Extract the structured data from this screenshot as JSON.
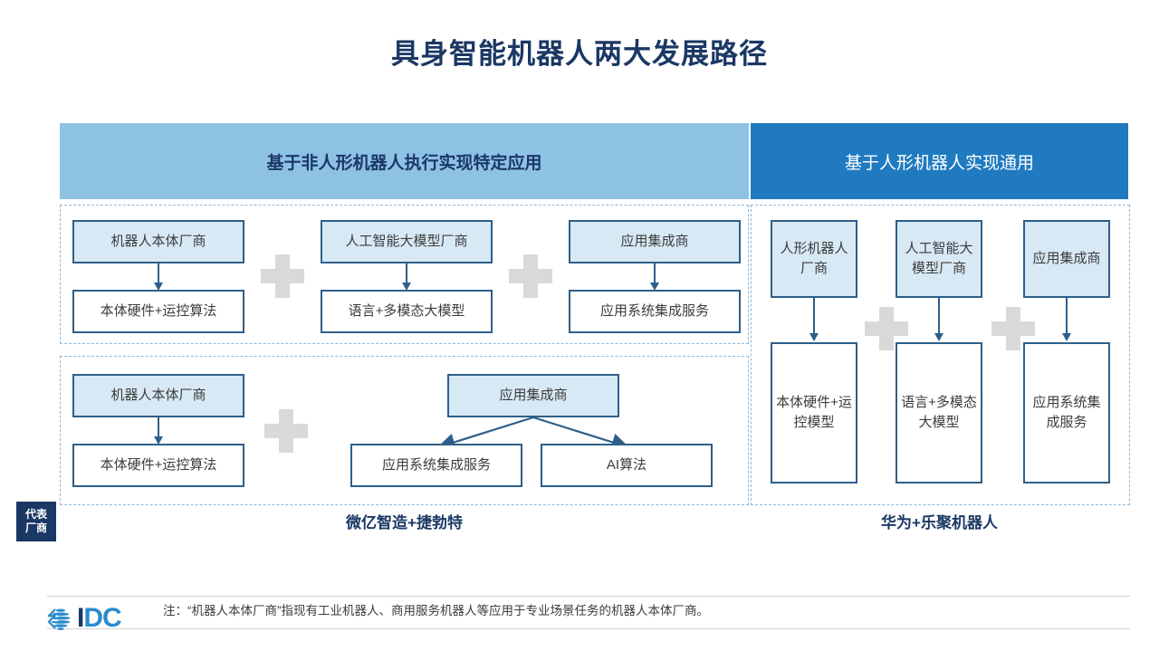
{
  "title": "具身智能机器人两大发展路径",
  "headers": {
    "left": "基于非人形机器人执行实现特定应用",
    "right": "基于人形机器人实现通用"
  },
  "colors": {
    "title": "#1b3864",
    "header_left_bg": "#8dc2e4",
    "header_right_bg": "#1f7ac0",
    "box_border": "#2e5f8a",
    "box_fill": "#d7e9f5",
    "plus": "#d9d9d9",
    "badge_bg": "#1b3864",
    "frame_dash": "#8fb8d8"
  },
  "left_panel": {
    "row1": {
      "groups": [
        {
          "top": "机器人本体厂商",
          "bottom": "本体硬件+运控算法"
        },
        {
          "top": "人工智能大模型厂商",
          "bottom": "语言+多模态大模型"
        },
        {
          "top": "应用集成商",
          "bottom": "应用系统集成服务"
        }
      ],
      "separators": [
        "+",
        "+"
      ]
    },
    "row2": {
      "groups": [
        {
          "top": "机器人本体厂商",
          "bottom": "本体硬件+运控算法"
        }
      ],
      "separators": [
        "+"
      ],
      "branch": {
        "parent": "应用集成商",
        "children": [
          "应用系统集成服务",
          "AI算法"
        ]
      }
    },
    "vendors": "微亿智造+捷勃特"
  },
  "right_panel": {
    "groups": [
      {
        "top": "人形机器人厂商",
        "bottom": "本体硬件+运控模型"
      },
      {
        "top": "人工智能大模型厂商",
        "bottom": "语言+多模态大模型"
      },
      {
        "top": "应用集成商",
        "bottom": "应用系统集成服务"
      }
    ],
    "separators": [
      "+",
      "+"
    ],
    "vendors": "华为+乐聚机器人"
  },
  "badge": {
    "line1": "代表",
    "line2": "厂商"
  },
  "footer": {
    "note": "注：“机器人本体厂商”指现有工业机器人、商用服务机器人等应用于专业场景任务的机器人本体厂商。",
    "logo_i": "I",
    "logo_dc": "DC"
  }
}
